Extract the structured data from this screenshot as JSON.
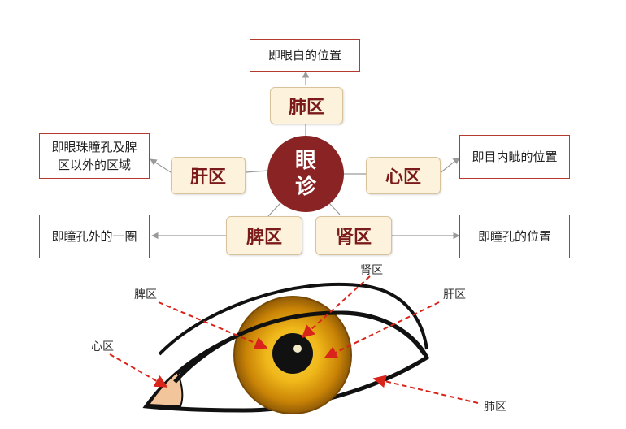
{
  "center_label": {
    "line1": "眼",
    "line2": "诊"
  },
  "zones": {
    "lung": "肺区",
    "liver": "肝区",
    "heart": "心区",
    "spleen": "脾区",
    "kidney": "肾区"
  },
  "descriptions": {
    "lung": "即眼白的位置",
    "liver_line1": "即眼珠瞳孔及脾",
    "liver_line2": "区以外的区域",
    "heart": "即目内眦的位置",
    "spleen": "即瞳孔外的一圈",
    "kidney": "即瞳孔的位置"
  },
  "eye_labels": {
    "kidney": "肾区",
    "spleen": "脾区",
    "liver": "肝区",
    "heart": "心区",
    "lung": "肺区"
  },
  "colors": {
    "center_fill": "#8a2323",
    "zone_fill": "#fdf3dc",
    "zone_text": "#7a1a1a",
    "desc_border": "#b33a2e",
    "arrow_red": "#d9241b",
    "iris_gold": "#e4a10a",
    "caruncle": "#f3c59a"
  }
}
